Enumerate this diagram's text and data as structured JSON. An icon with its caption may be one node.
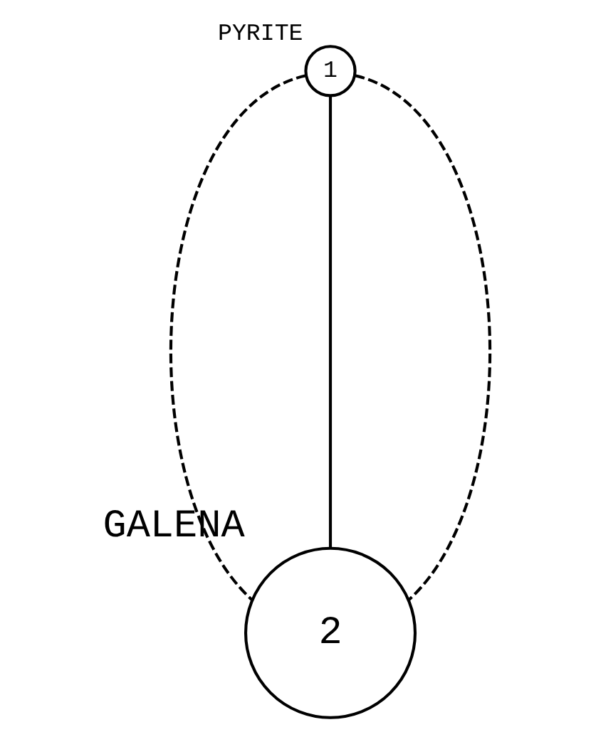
{
  "diagram": {
    "nodes": [
      {
        "text": [
          "1"
        ],
        "beside": [
          "PYRITE"
        ]
      },
      {
        "text": [
          "2"
        ],
        "beside": [
          "GALENA"
        ]
      }
    ],
    "edges": [
      {
        "from": 0,
        "to": 1,
        "arrow": "none",
        "style": "dashed"
      },
      {
        "from": 0,
        "to": 1,
        "arrow": "none"
      },
      {
        "from": 0,
        "to": 1,
        "arrow": "none",
        "style": "dashed"
      }
    ]
  }
}
